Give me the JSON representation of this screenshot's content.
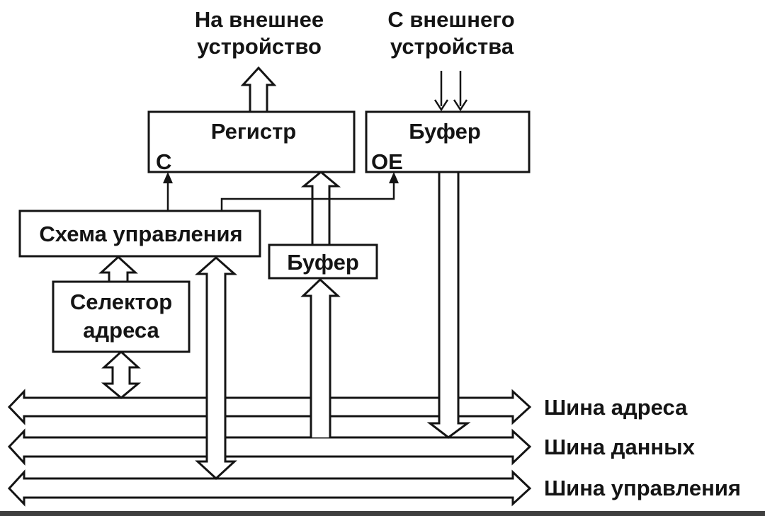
{
  "colors": {
    "ink": "#141414",
    "background": "#ffffff",
    "bottom_border": "#3f3f3f"
  },
  "external_labels": {
    "to_device_line1": "На внешнее",
    "to_device_line2": "устройство",
    "from_device_line1": "С внешнего",
    "from_device_line2": "устройства"
  },
  "blocks": {
    "register": {
      "label": "Регистр",
      "pin": "C"
    },
    "input_buffer": {
      "label": "Буфер",
      "pin": "OE"
    },
    "control_circuit": {
      "label": "Схема управления"
    },
    "address_selector": {
      "line1": "Селектор",
      "line2": "адреса"
    },
    "data_buffer": {
      "label": "Буфер"
    }
  },
  "buses": [
    {
      "label": "Шина адреса"
    },
    {
      "label": "Шина данных"
    },
    {
      "label": "Шина управления"
    }
  ]
}
